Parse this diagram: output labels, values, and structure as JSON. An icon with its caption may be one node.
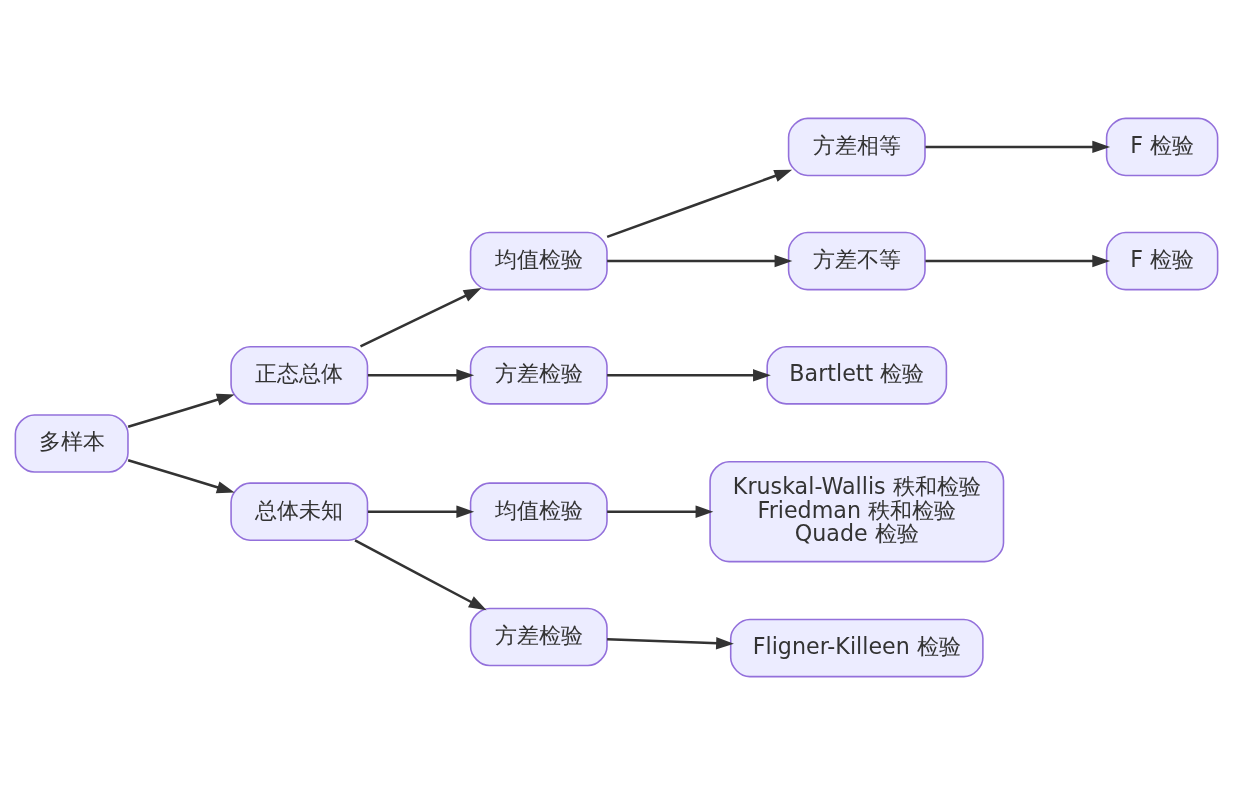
{
  "diagram": {
    "nodes": [
      {
        "text": [
          "多样本"
        ]
      },
      {
        "text": [
          "正态总体"
        ]
      },
      {
        "text": [
          "均值检验"
        ]
      },
      {
        "text": [
          "方差相等"
        ]
      },
      {
        "text": [
          "F 检验"
        ]
      },
      {
        "text": [
          "方差不等"
        ]
      },
      {
        "text": [
          "F 检验"
        ]
      },
      {
        "text": [
          "方差检验"
        ]
      },
      {
        "text": [
          "Bartlett 检验"
        ]
      },
      {
        "text": [
          "总体未知"
        ]
      },
      {
        "text": [
          "均值检验"
        ]
      },
      {
        "text": [
          "Kruskal-Wallis 秩和检验",
          "Friedman 秩和检验",
          "Quade 检验"
        ]
      },
      {
        "text": [
          "方差检验"
        ]
      },
      {
        "text": [
          "Fligner-Killeen 检验"
        ]
      }
    ],
    "edges": [
      {
        "from": 0,
        "to": 1,
        "arrow": "to"
      },
      {
        "from": 1,
        "to": 2,
        "arrow": "to"
      },
      {
        "from": 2,
        "to": 3,
        "arrow": "to"
      },
      {
        "from": 3,
        "to": 4,
        "arrow": "to"
      },
      {
        "from": 2,
        "to": 5,
        "arrow": "to"
      },
      {
        "from": 5,
        "to": 6,
        "arrow": "to"
      },
      {
        "from": 1,
        "to": 7,
        "arrow": "to"
      },
      {
        "from": 7,
        "to": 8,
        "arrow": "to"
      },
      {
        "from": 0,
        "to": 9,
        "arrow": "to"
      },
      {
        "from": 9,
        "to": 10,
        "arrow": "to"
      },
      {
        "from": 10,
        "to": 11,
        "arrow": "to"
      },
      {
        "from": 9,
        "to": 12,
        "arrow": "to"
      },
      {
        "from": 12,
        "to": 13,
        "arrow": "to"
      }
    ]
  }
}
